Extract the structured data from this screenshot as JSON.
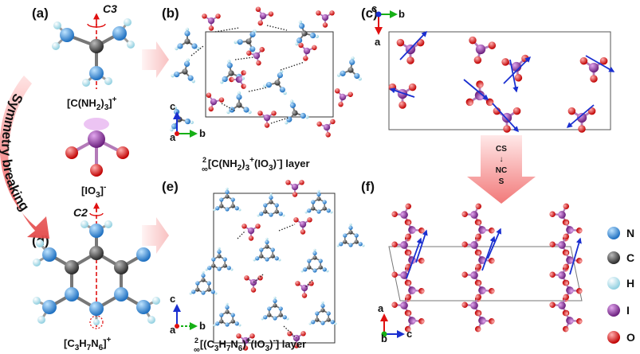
{
  "panels": {
    "a": "(a)",
    "b": "(b)",
    "c": "(c)",
    "d": "(d)",
    "e": "(e)",
    "f": "(f)"
  },
  "formulas": {
    "guanidinium": "[C(NH2)3]+",
    "iodate": "[IO3]-",
    "melaminium": "[C3H7N6]+",
    "layer_b": "∞2[C(NH2)3+(IO3)-] layer",
    "layer_e": "∞2[(C3H7N6)+(IO3)-] layer"
  },
  "symmetry": {
    "c3": "C3",
    "c2": "C2"
  },
  "arc_text": "Symmetry breaking",
  "transform_arrow": {
    "line1": "CS",
    "line2": "↓",
    "line3": "NC",
    "line4": "S"
  },
  "axes": {
    "b_panel": {
      "vertical": "c",
      "origin": "a",
      "horizontal": "b"
    },
    "c_panel": {
      "origin": "c",
      "horizontal": "b",
      "vertical": "a"
    },
    "e_panel": {
      "vertical": "c",
      "origin": "a",
      "horizontal": "b"
    },
    "f_panel": {
      "vertical": "a",
      "origin": "b",
      "horizontal": "c"
    }
  },
  "legend": [
    {
      "symbol": "N",
      "color": "#2f86d6"
    },
    {
      "symbol": "C",
      "color": "#555555"
    },
    {
      "symbol": "H",
      "color": "#bfe6f0"
    },
    {
      "symbol": "I",
      "color": "#8b3b9c"
    },
    {
      "symbol": "O",
      "color": "#e01818"
    }
  ]
}
